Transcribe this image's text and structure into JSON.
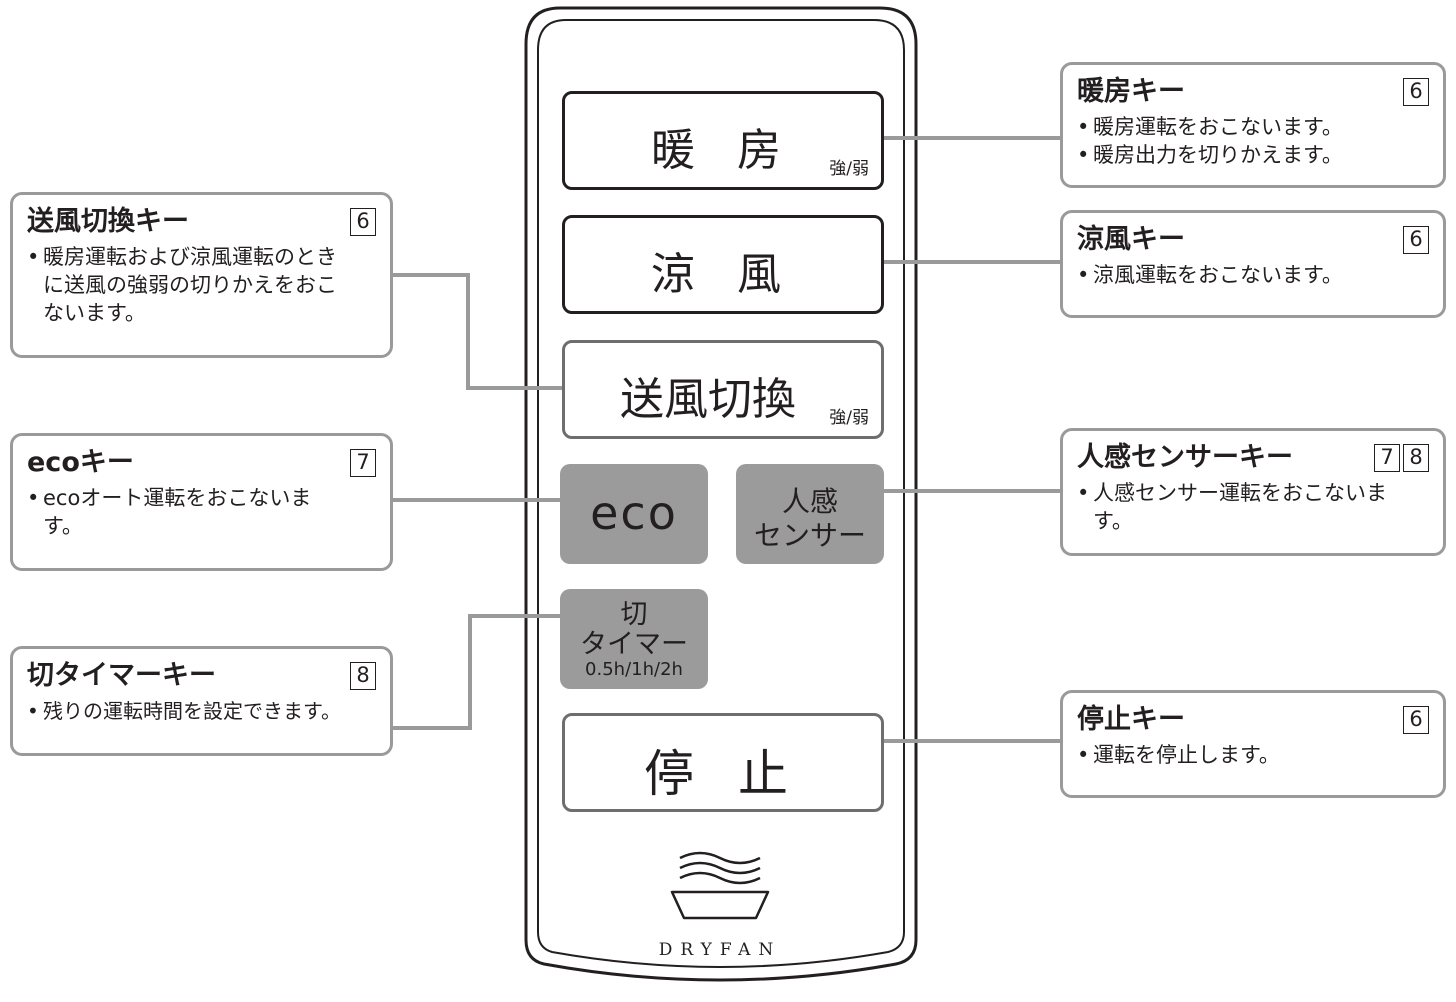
{
  "remote": {
    "keys": {
      "danbo": {
        "label": "暖 房",
        "sub": "強/弱"
      },
      "ryofu": {
        "label": "涼 風"
      },
      "sofu": {
        "label": "送風切換",
        "sub": "強/弱"
      },
      "eco": {
        "label": "eco"
      },
      "jinkan": {
        "line1": "人感",
        "line2": "センサー"
      },
      "kiri": {
        "line1": "切",
        "line2": "タイマー",
        "line3": "0.5h/1h/2h"
      },
      "teishi": {
        "label": "停 止"
      }
    },
    "brand": "DRYFAN"
  },
  "callouts": {
    "danbo": {
      "title": "暖房キー",
      "pages": [
        "6"
      ],
      "items": [
        "暖房運転をおこないます。",
        "暖房出力を切りかえます。"
      ]
    },
    "ryofu": {
      "title": "涼風キー",
      "pages": [
        "6"
      ],
      "items": [
        "涼風運転をおこないます。"
      ]
    },
    "sofu": {
      "title": "送風切換キー",
      "pages": [
        "6"
      ],
      "items": [
        "暖房運転および涼風運転のとき",
        "に送風の強弱の切りかえをおこ",
        "ないます。"
      ]
    },
    "eco": {
      "title": "ecoキー",
      "pages": [
        "7"
      ],
      "items": [
        "ecoオート運転をおこないま",
        "す。"
      ]
    },
    "jinkan": {
      "title": "人感センサーキー",
      "pages": [
        "7",
        "8"
      ],
      "items": [
        "人感センサー運転をおこないま",
        "す。"
      ]
    },
    "kiri": {
      "title": "切タイマーキー",
      "pages": [
        "8"
      ],
      "items": [
        "残りの運転時間を設定できます。"
      ]
    },
    "teishi": {
      "title": "停止キー",
      "pages": [
        "6"
      ],
      "items": [
        "運転を停止します。"
      ]
    }
  }
}
